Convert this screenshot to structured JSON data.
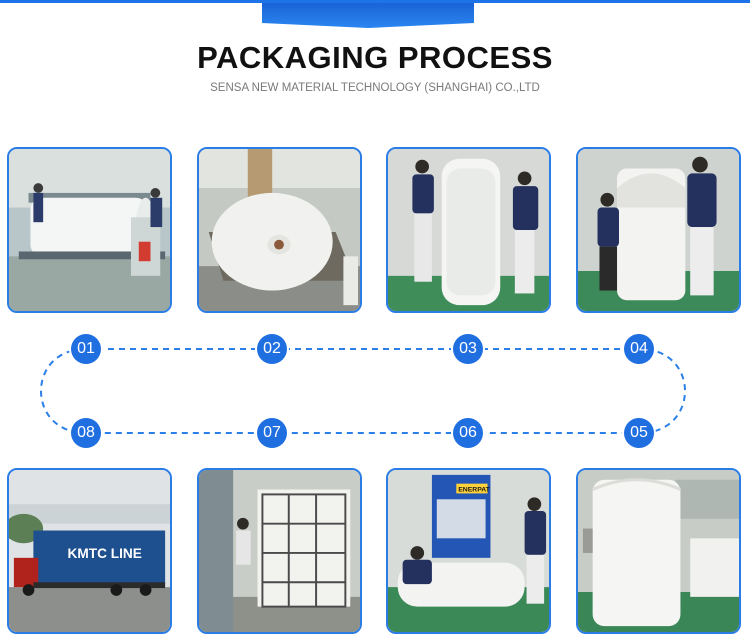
{
  "header": {
    "title": "PACKAGING PROCESS",
    "subtitle": "SENSA NEW MATERIAL TECHNOLOGY (SHANGHAI) CO.,LTD"
  },
  "steps": [
    "01",
    "02",
    "03",
    "04",
    "05",
    "06",
    "07",
    "08"
  ],
  "photo_texts": {
    "truck_logo": "KMTC LINE",
    "machine_brand": "ENERPAT"
  },
  "colors": {
    "accent": "#1f6fe0",
    "frame": "#2b7de6"
  }
}
